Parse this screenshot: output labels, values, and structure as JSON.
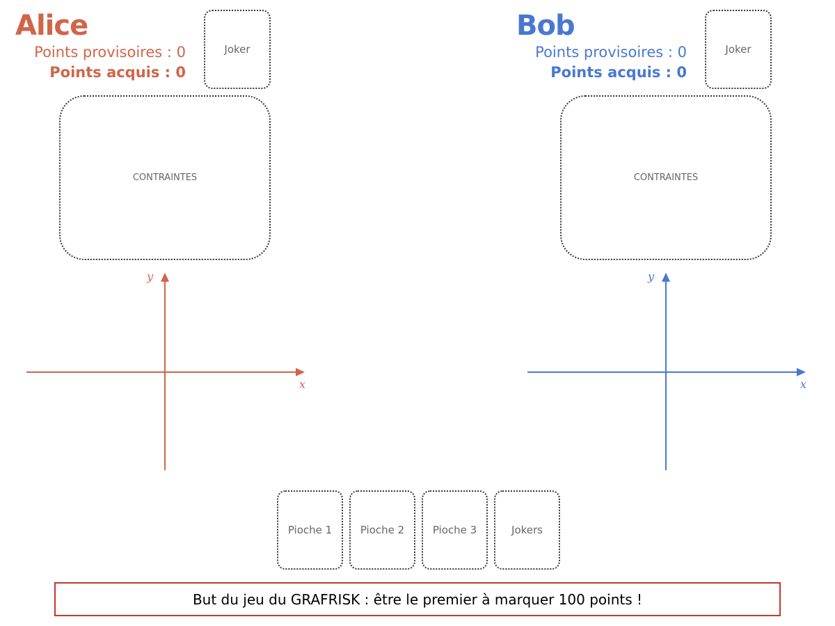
{
  "players": [
    {
      "name": "Alice",
      "provisional_label": "Points provisoires : 0",
      "acquired_label": "Points acquis : 0",
      "joker": "Joker",
      "constraints": "CONTRAINTES",
      "color": "#d0654a",
      "x_axis": "x",
      "y_axis": "y"
    },
    {
      "name": "Bob",
      "provisional_label": "Points provisoires : 0",
      "acquired_label": "Points acquis : 0",
      "joker": "Joker",
      "constraints": "CONTRAINTES",
      "color": "#4a78d0",
      "x_axis": "x",
      "y_axis": "y"
    }
  ],
  "piles": [
    "Pioche 1",
    "Pioche 2",
    "Pioche 3",
    "Jokers"
  ],
  "goal": "But du jeu du GRAFRISK : être le premier à marquer 100 points !"
}
